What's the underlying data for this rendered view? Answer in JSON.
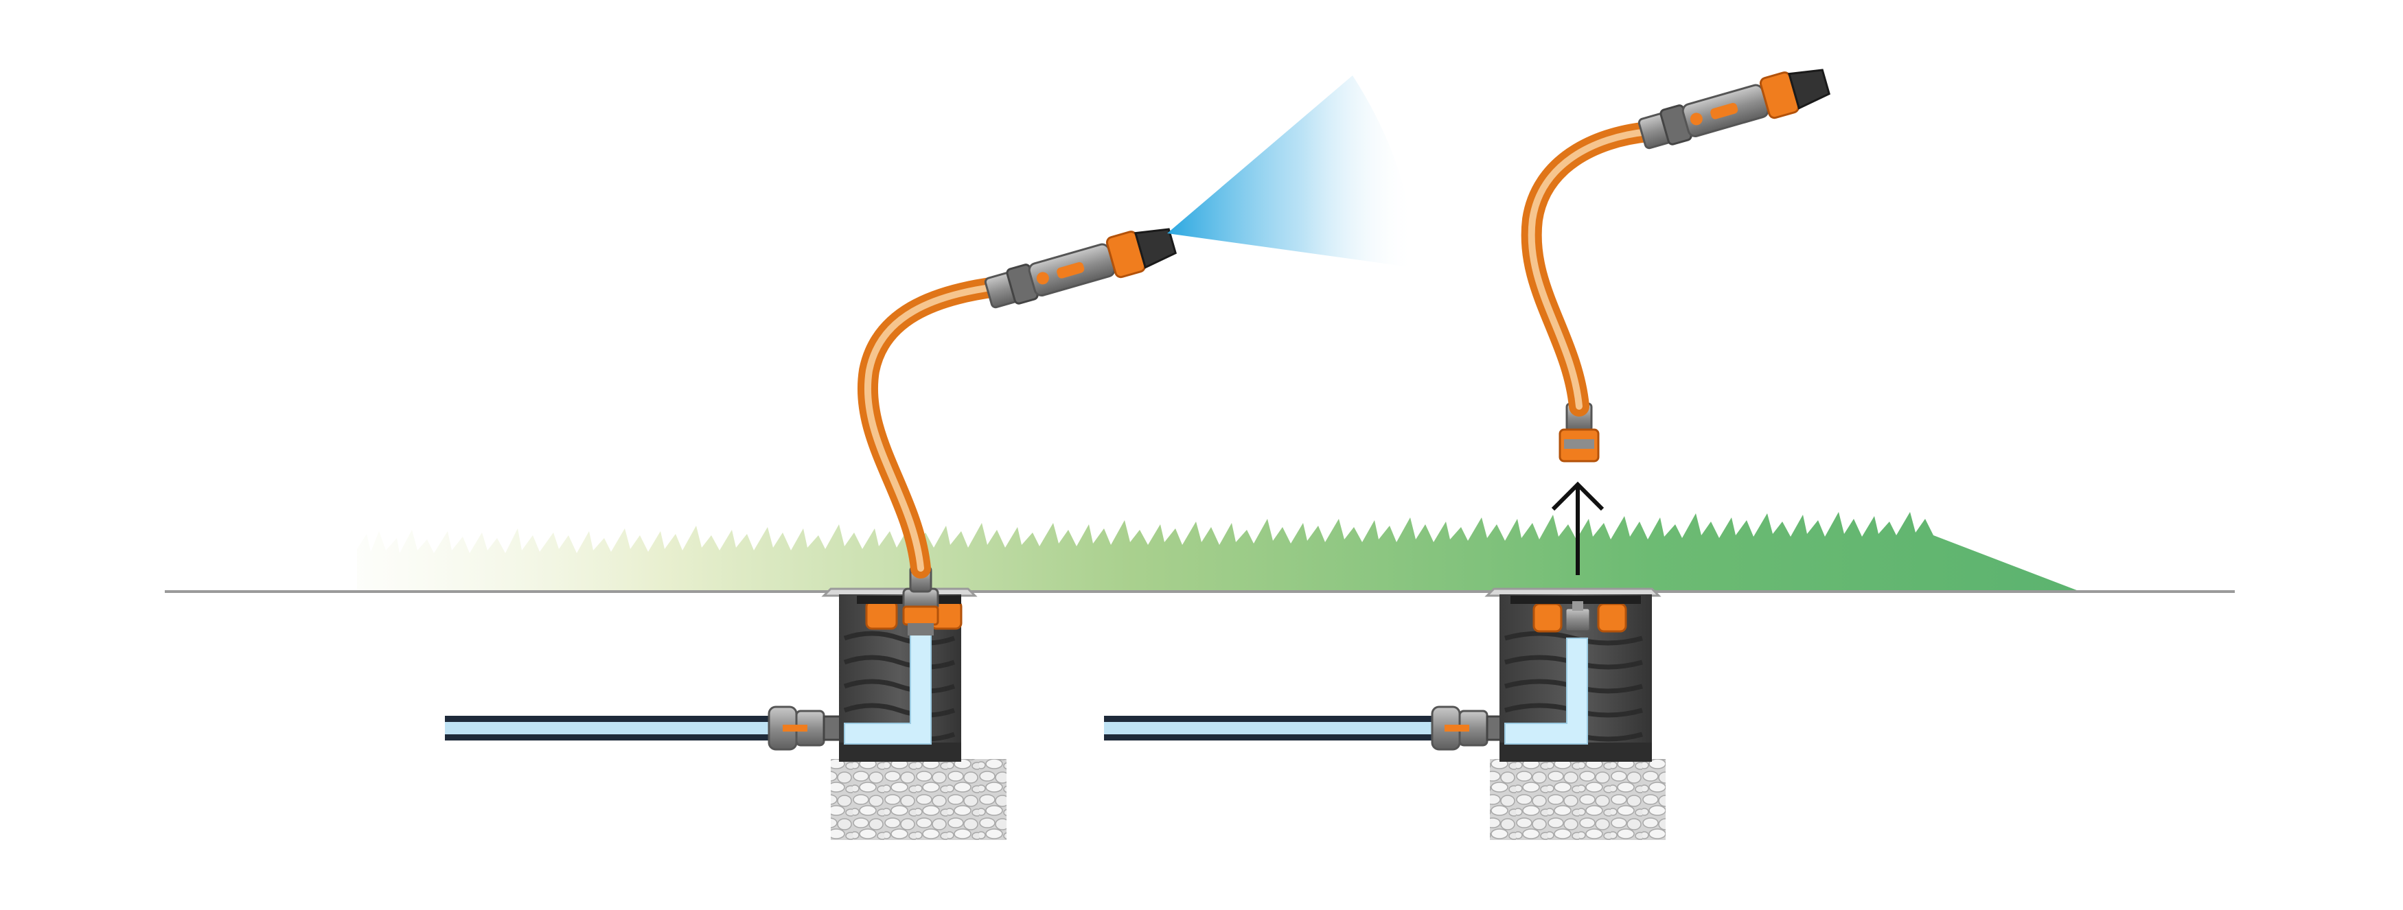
{
  "figure": {
    "description_text": "",
    "colors": {
      "background": "#ffffff",
      "ground_line": "#9a9a9a",
      "grass_light": "#e8efcf",
      "grass_mid": "#a9d08e",
      "grass_dark": "#5cb36f",
      "pipe_outer": "#1e2a3a",
      "pipe_water": "#bfe3f5",
      "box_body": "#4a4a4a",
      "box_ribs": "#2f2f2f",
      "box_rim": "#d9d9d9",
      "water_channel": "#cfeefc",
      "gravel": "#e6e6e6",
      "gravel_shade": "#b5b5b5",
      "accent_orange": "#f07d1e",
      "fitting_grey": "#8d8d8d",
      "nozzle_dark": "#333333",
      "spray": "#3fb6e8",
      "hose": "#f39a3a",
      "arrow": "#111111"
    },
    "scenes": [
      {
        "id": "connected",
        "state": "hose connected, water spraying",
        "icons": [
          "water-socket-icon",
          "spray-nozzle-icon",
          "water-spray-icon"
        ]
      },
      {
        "id": "disconnected",
        "state": "hose lifted off socket",
        "icons": [
          "water-socket-icon",
          "spray-nozzle-icon",
          "up-arrow-icon"
        ]
      }
    ]
  }
}
